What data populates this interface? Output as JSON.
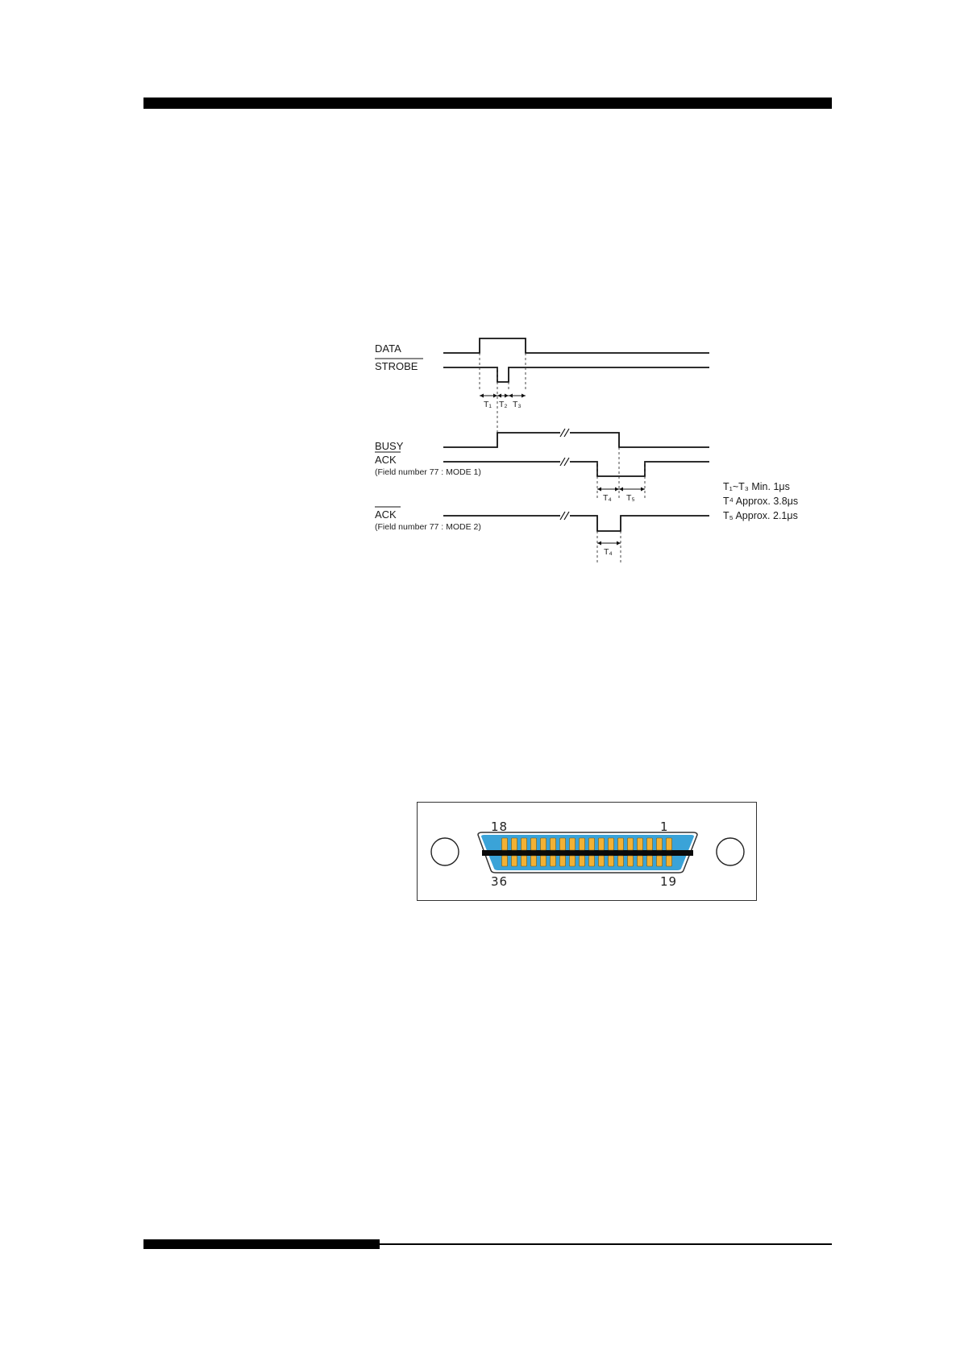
{
  "timing_diagram": {
    "signals": {
      "data": "DATA",
      "strobe": "STROBE",
      "busy": "BUSY",
      "ack_mode1": "ACK",
      "ack_mode1_note": "(Field number 77 : MODE 1)",
      "ack_mode2": "ACK",
      "ack_mode2_note": "(Field number 77 : MODE 2)"
    },
    "intervals": {
      "t1": "T₁",
      "t2": "T₂",
      "t3": "T₃",
      "t4_mode1": "T₄",
      "t5": "T₅",
      "t4_mode2": "T₄"
    },
    "notes": [
      "T₁~T₃ Min.  1μs",
      "T⁴  Approx. 3.8μs",
      "T₅  Approx. 2.1μs"
    ]
  },
  "connector": {
    "pin_count_per_row": 18,
    "pin_labels": {
      "top_left": "18",
      "top_right": "1",
      "bottom_left": "36",
      "bottom_right": "19"
    },
    "colors": {
      "shell": "#3aa3d8",
      "pin": "#f2b134",
      "insulator": "#0a0a0a"
    }
  }
}
